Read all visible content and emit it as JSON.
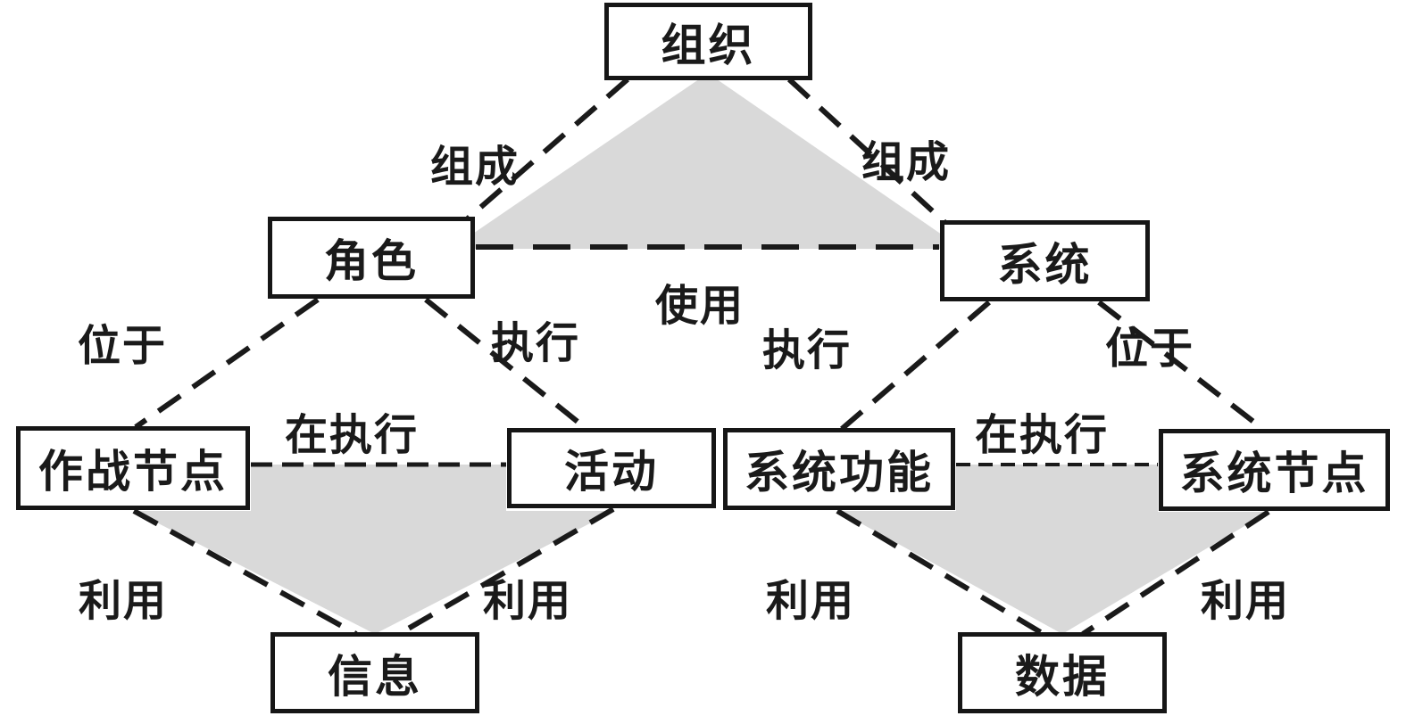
{
  "diagram": {
    "description": "Concept relationship diagram (organization / role / system meta-model)",
    "colors": {
      "background": "#ffffff",
      "box_fill": "#ffffff",
      "line": "#1a1a1a",
      "shade": "#d9d9d9"
    },
    "nodes": [
      {
        "id": "organization",
        "label": "组织"
      },
      {
        "id": "role",
        "label": "角色"
      },
      {
        "id": "system",
        "label": "系统"
      },
      {
        "id": "operational-node",
        "label": "作战节点"
      },
      {
        "id": "activity",
        "label": "活动"
      },
      {
        "id": "system-function",
        "label": "系统功能"
      },
      {
        "id": "system-node",
        "label": "系统节点"
      },
      {
        "id": "information",
        "label": "信息"
      },
      {
        "id": "data",
        "label": "数据"
      }
    ],
    "edges": [
      {
        "from": "组织",
        "to": "角色",
        "label": "组成"
      },
      {
        "from": "组织",
        "to": "系统",
        "label": "组成"
      },
      {
        "from": "角色",
        "to": "系统",
        "label": "使用"
      },
      {
        "from": "角色",
        "to": "作战节点",
        "label": "位于"
      },
      {
        "from": "角色",
        "to": "活动",
        "label": "执行"
      },
      {
        "from": "系统",
        "to": "系统功能",
        "label": "执行"
      },
      {
        "from": "系统",
        "to": "系统节点",
        "label": "位于"
      },
      {
        "from": "作战节点",
        "to": "活动",
        "label": "在执行"
      },
      {
        "from": "系统功能",
        "to": "系统节点",
        "label": "在执行"
      },
      {
        "from": "作战节点",
        "to": "信息",
        "label": "利用"
      },
      {
        "from": "活动",
        "to": "信息",
        "label": "利用"
      },
      {
        "from": "系统功能",
        "to": "数据",
        "label": "利用"
      },
      {
        "from": "系统节点",
        "to": "数据",
        "label": "利用"
      }
    ]
  }
}
